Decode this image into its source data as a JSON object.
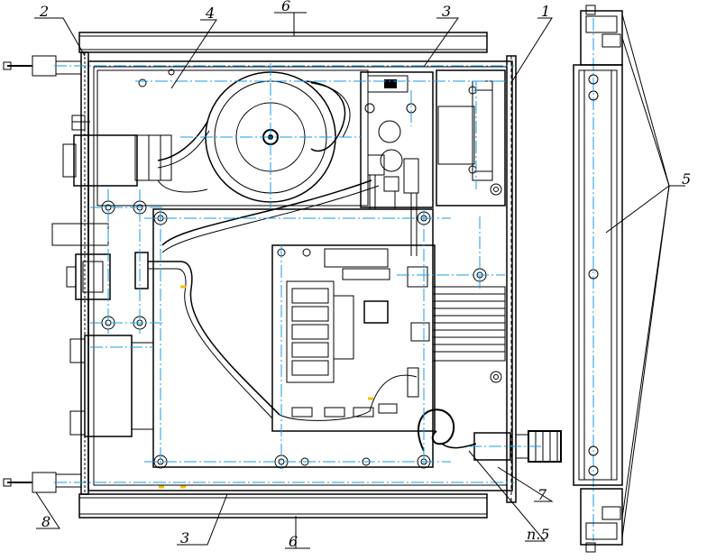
{
  "drawing": {
    "callouts": {
      "c1": "1",
      "c2": "2",
      "c3_top": "3",
      "c3_bottom": "3",
      "c4": "4",
      "c5": "5",
      "c6_top": "6",
      "c6_bottom": "6",
      "c7": "7",
      "c8": "8",
      "detail": "п.5"
    },
    "colors": {
      "line": "#000000",
      "centerline": "#1e9be0",
      "wire_highlight": "#f2c200"
    }
  }
}
